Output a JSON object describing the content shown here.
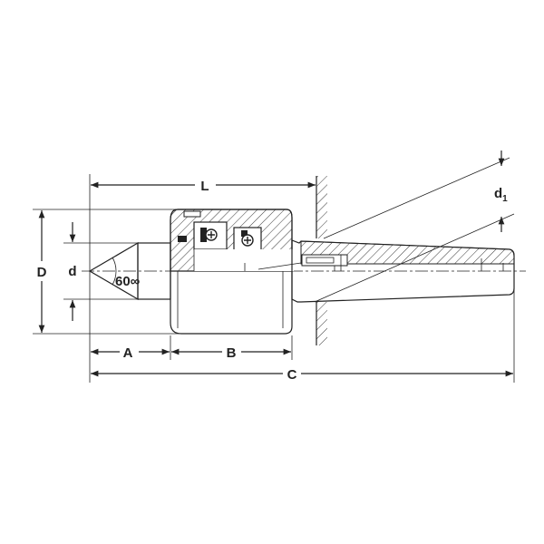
{
  "labels": {
    "L": "L",
    "A": "A",
    "B": "B",
    "C": "C",
    "D": "D",
    "d": "d",
    "d1_main": "d",
    "d1_sub": "1",
    "angle": "60∞"
  },
  "colors": {
    "line": "#222222",
    "background": "#ffffff"
  }
}
